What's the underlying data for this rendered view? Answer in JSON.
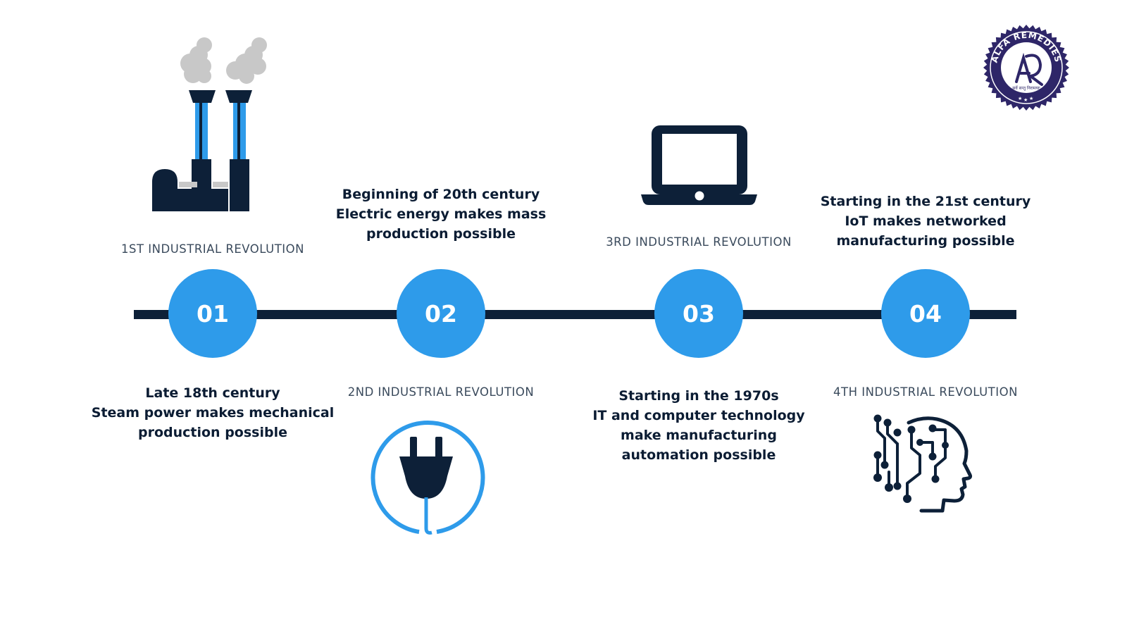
{
  "brand": {
    "badge_top_text": "ALFA REMEDIES",
    "badge_bottom_text": "सर्वे सन्तु निरामयाः",
    "colors": {
      "badge": "#2e2668",
      "badge_text": "#ffffff"
    }
  },
  "colors": {
    "accent": "#2e9bea",
    "dark": "#0d2038",
    "label": "#3a4a5c",
    "smoke": "#c8c8c8"
  },
  "stages": [
    {
      "number": "01",
      "label": "1ST INDUSTRIAL REVOLUTION",
      "caption": [
        "Late 18th century",
        "Steam power makes mechanical",
        "production possible"
      ],
      "icon": "factory-icon"
    },
    {
      "number": "02",
      "label": "2ND INDUSTRIAL REVOLUTION",
      "caption": [
        "Beginning of 20th century",
        "Electric energy makes mass",
        "production possible"
      ],
      "icon": "plug-icon"
    },
    {
      "number": "03",
      "label": "3RD INDUSTRIAL REVOLUTION",
      "caption": [
        "Starting in the 1970s",
        "IT and computer technology",
        "make manufacturing",
        "automation possible"
      ],
      "icon": "laptop-icon"
    },
    {
      "number": "04",
      "label": "4TH INDUSTRIAL REVOLUTION",
      "caption": [
        "Starting in the 21st century",
        "IoT makes networked",
        "manufacturing possible"
      ],
      "icon": "ai-head-icon"
    }
  ]
}
